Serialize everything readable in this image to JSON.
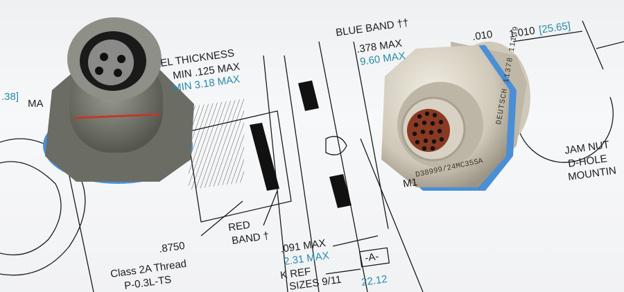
{
  "drawing_labels": {
    "blue_band": "BLUE BAND ††",
    "panel_thickness": "EL THICKNESS",
    "min_max_in": "MIN  .125 MAX",
    "min_max_mm": "MIN  3.18 MAX",
    "dim_378": ".378 MAX",
    "dim_960": "9.60 MAX",
    "dim_1010": "1.010",
    "dim_2565": "[25.65]",
    "dim_010": ".010",
    "jam_nut": "JAM NUT",
    "d_hole": "D-HOLE",
    "mounting": "MOUNTIN",
    "left_dim": ".38]",
    "left_ma": "MA",
    "red": "RED",
    "band": "BAND †",
    "dim_8750": ".8750",
    "thread": "Class 2A Thread",
    "thread2": "P-0.3L-TS",
    "dim_091": ".091 MAX",
    "dim_231": "2.31 MAX",
    "datum_a": "-A-",
    "k_ref": "K REF",
    "sizes": "SIZES 9/11",
    "dim_2212": "22.12",
    "m1": "M1"
  },
  "connector_markings": {
    "brand_line": "DEUTSCH 11378 11139",
    "part_number": "D38999/24MC35SA"
  },
  "colors": {
    "blue_band": "#4a8fd6",
    "red_band": "#c0392b",
    "dim_blue": "#2a8aa8",
    "contact_insert": "#8a3a22"
  }
}
